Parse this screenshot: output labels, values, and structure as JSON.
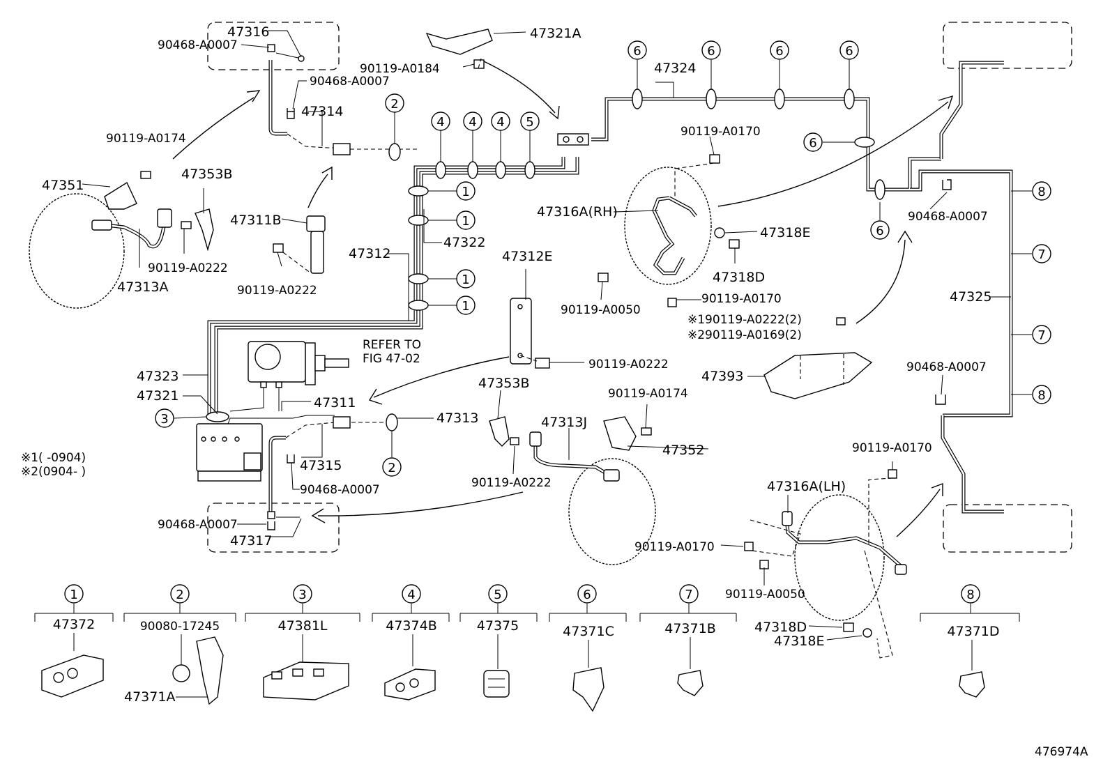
{
  "figure_code": "476974A",
  "notes": {
    "note1": "※1(     -0904)",
    "note2": "※2(0904-     )",
    "refer_line1": "REFER TO",
    "refer_line2": "FIG 47-02"
  },
  "parts": {
    "p47316": "47316",
    "p90468a": "90468-A0007",
    "p90468b": "90468-A0007",
    "p47314": "47314",
    "p90119_0174a": "90119-A0174",
    "p47351": "47351",
    "p47353b_top": "47353B",
    "p47311b": "47311B",
    "p90119_0222a": "90119-A0222",
    "p47313a": "47313A",
    "p90119_0222b": "90119-A0222",
    "p47321a": "47321A",
    "p90119_0184": "90119-A0184",
    "p47324": "47324",
    "p47312": "47312",
    "p47322": "47322",
    "p47312e": "47312E",
    "p90119_0222c": "90119-A0222",
    "p47323": "47323",
    "p47321": "47321",
    "p47311": "47311",
    "p47313": "47313",
    "p47315": "47315",
    "p90468c": "90468-A0007",
    "p90468d": "90468-A0007",
    "p47317": "47317",
    "p47353b_mid": "47353B",
    "p47313j": "47313J",
    "p90119_0222d": "90119-A0222",
    "p90119_0174b": "90119-A0174",
    "p47352": "47352",
    "p90119_0170a": "90119-A0170",
    "p47316a_rh": "47316A(RH)",
    "p47318e_top": "47318E",
    "p47318d_top": "47318D",
    "p90119_0050a": "90119-A0050",
    "p90119_0170b": "90119-A0170",
    "p_note1": "※190119-A0222(2)",
    "p_note2": "※290119-A0169(2)",
    "p47393": "47393",
    "p90468e": "90468-A0007",
    "p47325": "47325",
    "p90468f": "90468-A0007",
    "p90119_0170c": "90119-A0170",
    "p47316a_lh": "47316A(LH)",
    "p90119_0170d": "90119-A0170",
    "p90119_0050b": "90119-A0050",
    "p47318d_bot": "47318D",
    "p47318e_bot": "47318E"
  },
  "callouts": [
    "1",
    "2",
    "3",
    "4",
    "5",
    "6",
    "7",
    "8"
  ],
  "legend": [
    {
      "num": "1",
      "part": "47372"
    },
    {
      "num": "2",
      "part": "90080-17245",
      "sub": "47371A"
    },
    {
      "num": "3",
      "part": "47381L"
    },
    {
      "num": "4",
      "part": "47374B"
    },
    {
      "num": "5",
      "part": "47375"
    },
    {
      "num": "6",
      "part": "47371C"
    },
    {
      "num": "7",
      "part": "47371B"
    },
    {
      "num": "8",
      "part": "47371D"
    }
  ]
}
